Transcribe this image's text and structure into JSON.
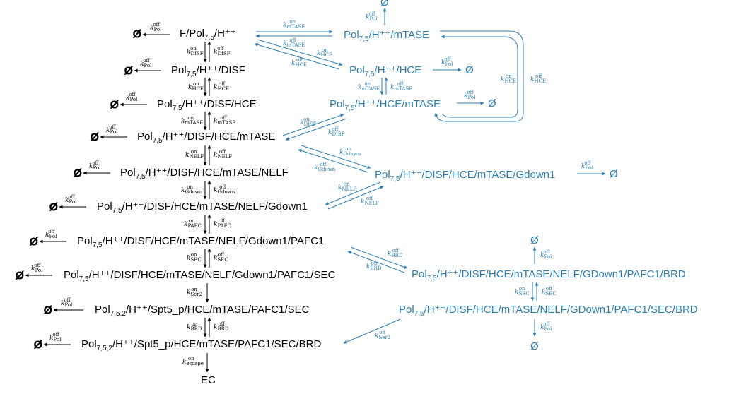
{
  "empty_symbol": "Ø",
  "colors": {
    "main": "#000000",
    "branch": "#2B7FB0"
  },
  "main_chain": [
    {
      "prefix": "F/Pol",
      "sub": "7,5",
      "sup": "",
      "rest": "/H⁺⁺"
    },
    {
      "prefix": "Pol",
      "sub": "7,5",
      "sup": "",
      "rest": "/H⁺⁺/DISF"
    },
    {
      "prefix": "Pol",
      "sub": "7,5",
      "sup": "",
      "rest": "/H⁺⁺/DISF/HCE"
    },
    {
      "prefix": "Pol",
      "sub": "7,5",
      "sup": "",
      "rest": "/H⁺⁺/DISF/HCE/mTASE"
    },
    {
      "prefix": "Pol",
      "sub": "7,5",
      "sup": "",
      "rest": "/H⁺⁺/DISF/HCE/mTASE/NELF"
    },
    {
      "prefix": "Pol",
      "sub": "7,5",
      "sup": "",
      "rest": "/H⁺⁺/DISF/HCE/mTASE/NELF/Gdown1"
    },
    {
      "prefix": "Pol",
      "sub": "7,5",
      "sup": "",
      "rest": "/H⁺⁺/DISF/HCE/mTASE/NELF/Gdown1/PAFC1"
    },
    {
      "prefix": "Pol",
      "sub": "7,5",
      "sup": "",
      "rest": "/H⁺⁺/DISF/HCE/mTASE/NELF/Gdown1/PAFC1/SEC"
    },
    {
      "prefix": "Pol",
      "sub": "7,5,2",
      "sup": "",
      "rest": "/H⁺⁺/Spt5_p/HCE/mTASE/PAFC1/SEC"
    },
    {
      "prefix": "Pol",
      "sub": "7,5,2",
      "sup": "",
      "rest": "/H⁺⁺/Spt5_p/HCE/mTASE/PAFC1/SEC/BRD"
    },
    {
      "prefix": "EC",
      "sub": "",
      "sup": "",
      "rest": ""
    }
  ],
  "branch_nodes": [
    {
      "prefix": "Pol",
      "sub": "7,5",
      "rest": "/H⁺⁺/mTASE"
    },
    {
      "prefix": "Pol",
      "sub": "7,5",
      "rest": "/H⁺⁺/HCE"
    },
    {
      "prefix": "Pol",
      "sub": "7,5",
      "rest": "/H⁺⁺/HCE/mTASE"
    },
    {
      "prefix": "Pol",
      "sub": "7,5",
      "rest": "/H⁺⁺/DISF/HCE/mTASE/Gdown1"
    },
    {
      "prefix": "Pol",
      "sub": "7,5",
      "rest": "/H⁺⁺/DISF/HCE/mTASE/NELF/GDown1/PAFC1/BRD"
    },
    {
      "prefix": "Pol",
      "sub": "7,5",
      "rest": "/H⁺⁺/DISF/HCE/mTASE/NELF/GDown1/PAFC1/SEC/BRD"
    }
  ],
  "main_rates": [
    {
      "on": "DISF",
      "off": "DISF"
    },
    {
      "on": "HCE",
      "off": "HCE"
    },
    {
      "on": "mTASE",
      "off": "mTASE"
    },
    {
      "on": "NELF",
      "off": "NELF"
    },
    {
      "on": "Gdown",
      "off": "Gdown"
    },
    {
      "on": "PAFC",
      "off": "PAFC"
    },
    {
      "on": "SEC",
      "off": "SEC"
    },
    {
      "on": "Ser2",
      "off": ""
    },
    {
      "on": "BRD",
      "off": "BRD"
    },
    {
      "on": "escape",
      "off": ""
    }
  ],
  "rate_labels": {
    "k": "k",
    "on": "on",
    "off": "off",
    "pol": "Pol",
    "mtase": "mTASE",
    "hce": "HCE",
    "disf": "DISF",
    "gdown": "Gdown",
    "nelf": "NELF",
    "brd": "BRD",
    "sec": "SEC",
    "ser2": "Ser2"
  }
}
